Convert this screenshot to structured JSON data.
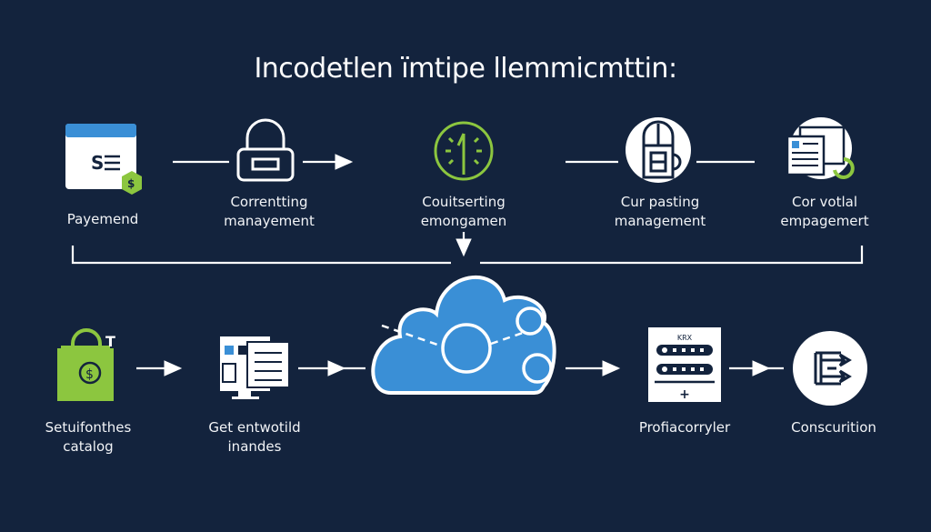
{
  "title": "Incodetlen ïmtipe llemmicmttin:",
  "top_row": [
    {
      "icon": "payment-invoice-icon",
      "lines": [
        "Payemend"
      ]
    },
    {
      "icon": "lock-icon",
      "lines": [
        "Correntting",
        "manayement"
      ]
    },
    {
      "icon": "clock-icon",
      "lines": [
        "Couitserting",
        "emongamen"
      ]
    },
    {
      "icon": "mug-icon",
      "lines": [
        "Cur pasting",
        "management"
      ]
    },
    {
      "icon": "documents-icon",
      "lines": [
        "Cor votlal",
        "empagemert"
      ]
    }
  ],
  "bottom_row": [
    {
      "icon": "shopping-bag-icon",
      "lines": [
        "Setuifonthes",
        "catalog"
      ]
    },
    {
      "icon": "monitor-icon",
      "lines": [
        "Get entwotild",
        "inandes"
      ]
    },
    {
      "icon": "server-icon",
      "lines": [
        "Profiacorryler"
      ],
      "server_label": "KRX"
    },
    {
      "icon": "exit-arrows-icon",
      "lines": [
        "Conscurition"
      ]
    }
  ],
  "center": {
    "icon": "cloud-icon"
  },
  "colors": {
    "background": "#13233d",
    "accent_blue": "#3a8fd6",
    "accent_green": "#8cc63f",
    "white": "#ffffff"
  }
}
